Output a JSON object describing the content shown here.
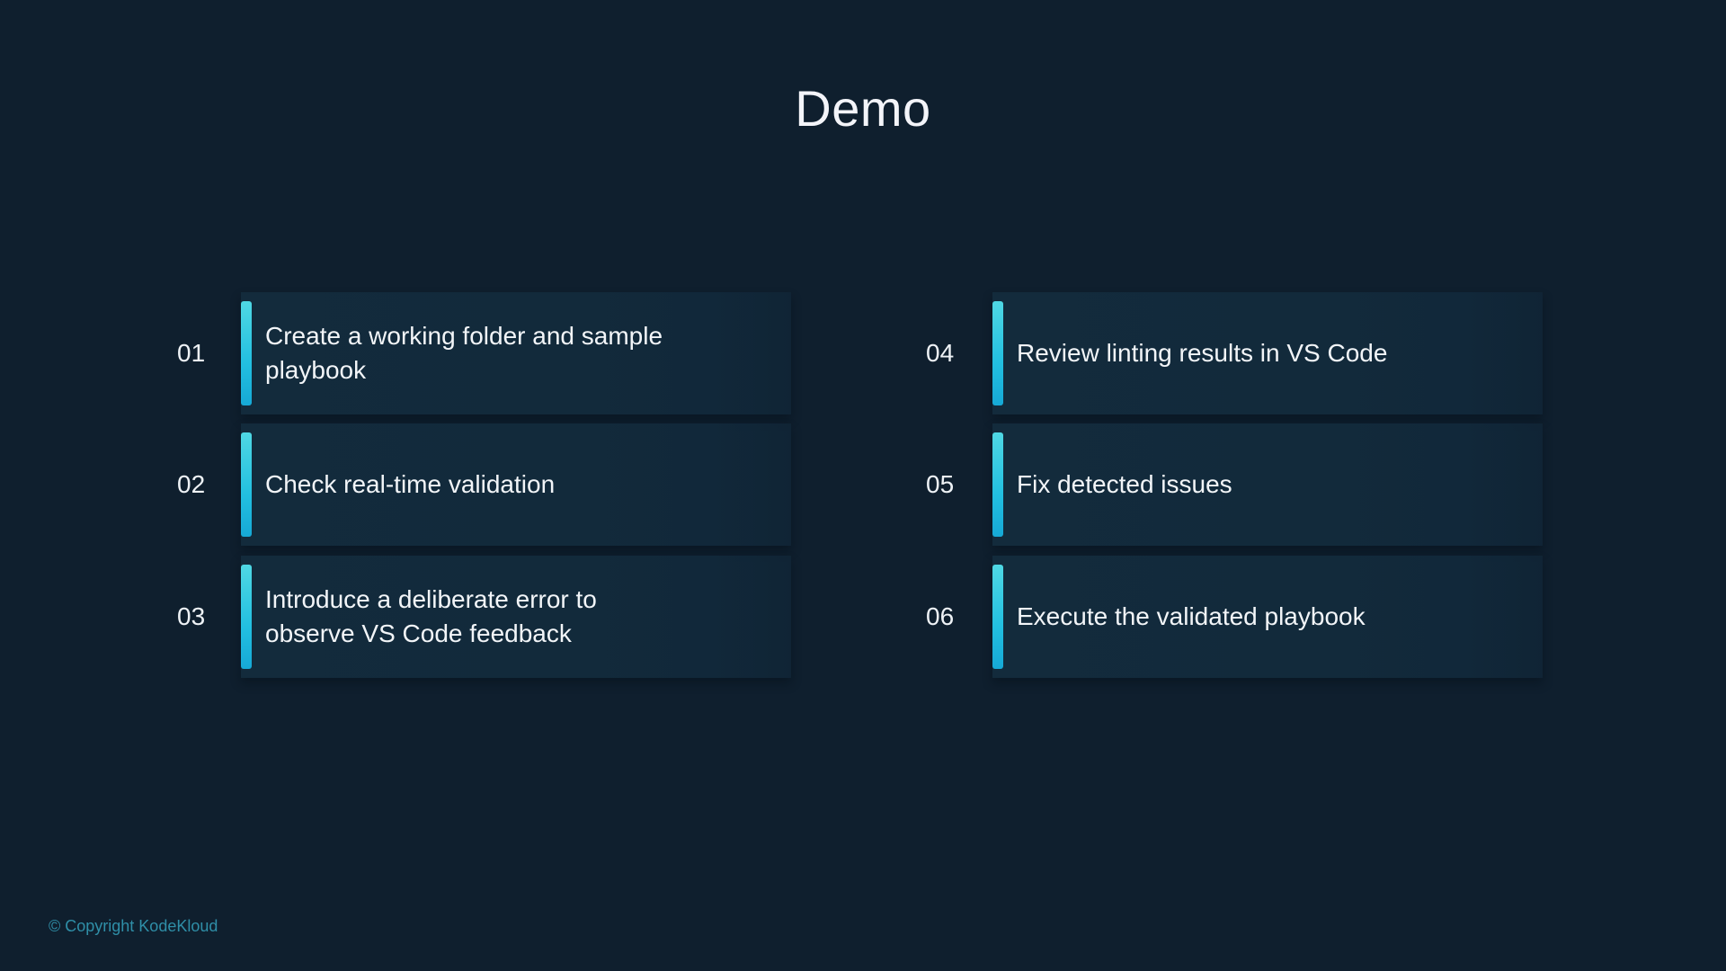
{
  "slide": {
    "title": "Demo",
    "accent_color": "#22bfe0",
    "background_color": "#0f1f2e"
  },
  "steps": [
    {
      "number": "01",
      "text": "Create a working folder and sample playbook"
    },
    {
      "number": "02",
      "text": "Check real-time validation"
    },
    {
      "number": "03",
      "text": "Introduce a deliberate error to observe VS Code feedback"
    },
    {
      "number": "04",
      "text": "Review linting results in VS Code"
    },
    {
      "number": "05",
      "text": "Fix detected issues"
    },
    {
      "number": "06",
      "text": "Execute the validated playbook"
    }
  ],
  "footer": {
    "copyright": "© Copyright KodeKloud"
  }
}
